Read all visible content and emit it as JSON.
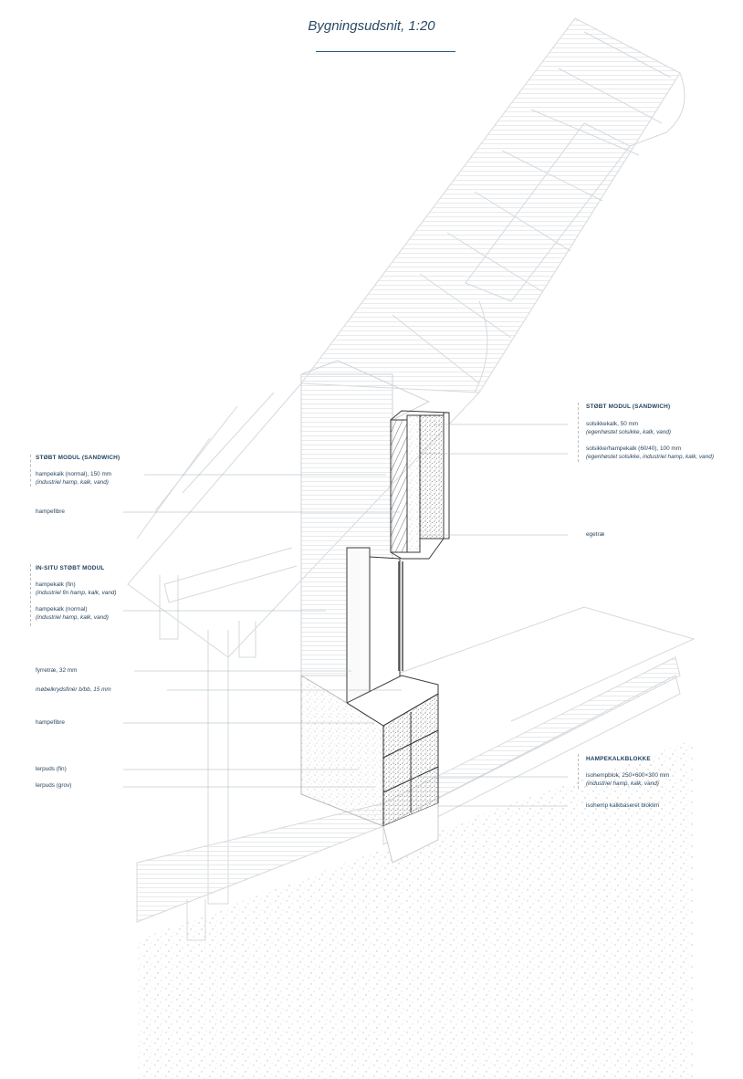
{
  "title": "Bygningsudsnit, 1:20",
  "labels": {
    "left_group1_heading": "STØBT MODUL (SANDWICH)",
    "hampekalk_150": "hampekalk (normal), 150 mm",
    "hampekalk_150_note": "(industriel hamp, kalk, vand)",
    "hampefibre_1": "hampefibre",
    "insitu_heading": "IN-SITU STØBT MODUL",
    "hampekalk_fin": "hampekalk (fin)",
    "hampekalk_fin_note": "(industriel fin hamp, kalk, vand)",
    "hampekalk_normal": "hampekalk (normal)",
    "hampekalk_normal_note": "(industriel hamp, kalk, vand)",
    "fyrretrae": "fyrretræ, 32 mm",
    "mobelkrydsfiner": "møbelkrydsfinér b/bb, 15 mm",
    "hampefibre_2": "hampefibre",
    "lerpuds_fin": "lerpuds (fin)",
    "lerpuds_grov": "lerpuds (grov)",
    "right_group1_heading": "STØBT MODUL (SANDWICH)",
    "solsikkekalk": "solsikkekalk, 50 mm",
    "solsikkekalk_note": "(egenhøstet solsikke, kalk, vand)",
    "solsikke_hampekalk": "solsikke/hampekalk (60/40), 100 mm",
    "solsikke_hampekalk_note": "(egenhøstet solsikke, industriel hamp, kalk, vand)",
    "egetrae": "egetræ",
    "hampekalkblokke_heading": "HAMPEKALKBLOKKE",
    "isohempblok": "isohempblok, 250×600×300 mm",
    "isohempblok_note": "(industriel hamp, kalk, vand)",
    "bloklim": "isohemp kalkbaseret bloklim"
  },
  "colors": {
    "title": "#2a4a66",
    "label_text": "#2a4660",
    "leader_line": "#9fb2bd",
    "accent_rule": "#2a5a7a",
    "faded_linework": "#d6d9dd",
    "section_linework": "#3a3a3a"
  }
}
